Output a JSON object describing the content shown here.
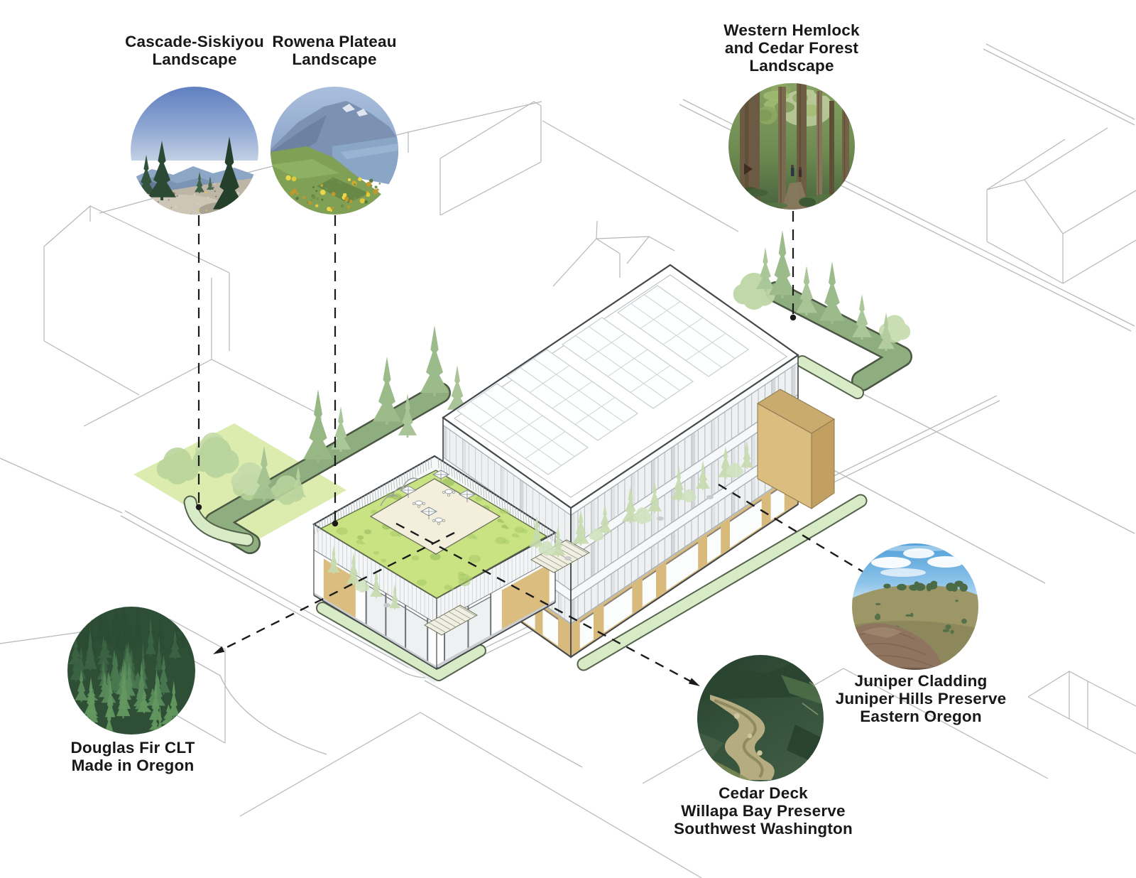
{
  "diagram_type": "building-materials-and-landscape axonometric diagram",
  "callouts": [
    {
      "id": "cascade-siskiyou",
      "label_lines": [
        "Cascade-Siskiyou",
        "Landscape"
      ],
      "photo": "cascade-siskiyou-landscape-photo"
    },
    {
      "id": "rowena-plateau",
      "label_lines": [
        "Rowena Plateau",
        "Landscape"
      ],
      "photo": "rowena-plateau-landscape-photo"
    },
    {
      "id": "western-hemlock",
      "label_lines": [
        "Western Hemlock",
        "and Cedar Forest",
        "Landscape"
      ],
      "photo": "western-hemlock-cedar-forest-photo"
    },
    {
      "id": "douglas-fir",
      "label_lines": [
        "Douglas Fir CLT",
        "Made in Oregon"
      ],
      "photo": "douglas-fir-forest-photo"
    },
    {
      "id": "cedar-deck",
      "label_lines": [
        "Cedar Deck",
        "Willapa Bay Preserve",
        "Southwest Washington"
      ],
      "photo": "willapa-bay-aerial-photo"
    },
    {
      "id": "juniper-cladding",
      "label_lines": [
        "Juniper Cladding",
        "Juniper Hills Preserve",
        "Eastern Oregon"
      ],
      "photo": "juniper-hills-photo"
    }
  ],
  "colors": {
    "background": "#ffffff",
    "label_text": "#17181a",
    "leader_line": "#1b1b1b",
    "context_line": "#b3b8bb",
    "building_outline": "#43484c",
    "green_roof": "#c9e383",
    "terrace_cream": "#f3efdc",
    "walkway_green": "#8fae7f",
    "walkway_outline": "#4a5743",
    "sidewalk_green": "#d8ebc7",
    "lawn_green": "#dcecae",
    "tree_green": "#9cbb8b",
    "tree_green_light": "#c6daae",
    "wood_tan": "#d8ba7c",
    "facade_line": "#b8bfc3"
  }
}
